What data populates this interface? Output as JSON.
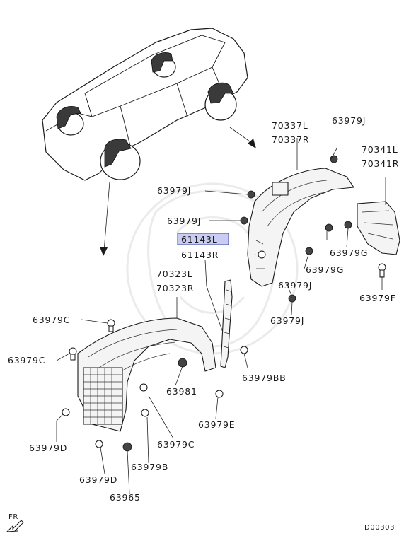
{
  "diagram": {
    "code": "D00303",
    "direction": "FR",
    "labels": {
      "p70337L": "70337L",
      "p70337R": "70337R",
      "p63979J_top": "63979J",
      "p70341L": "70341L",
      "p70341R": "70341R",
      "p63979J_a": "63979J",
      "p63979J_b": "63979J",
      "p61143L": "61143L",
      "p61143R": "61143R",
      "p63979G_a": "63979G",
      "p63979G_b": "63979G",
      "p63979F": "63979F",
      "p63979J_c": "63979J",
      "p63979J_d": "63979J",
      "p70323L": "70323L",
      "p70323R": "70323R",
      "p63979C_a": "63979C",
      "p63979C_b": "63979C",
      "p63979C_c": "63979C",
      "p63979BB": "63979BB",
      "p63981": "63981",
      "p63979E": "63979E",
      "p63979D_a": "63979D",
      "p63979D_b": "63979D",
      "p63979B": "63979B",
      "p63965": "63965"
    },
    "highlight_colors": {
      "fill": "#c9cdf2",
      "stroke": "#3a44a8"
    }
  }
}
